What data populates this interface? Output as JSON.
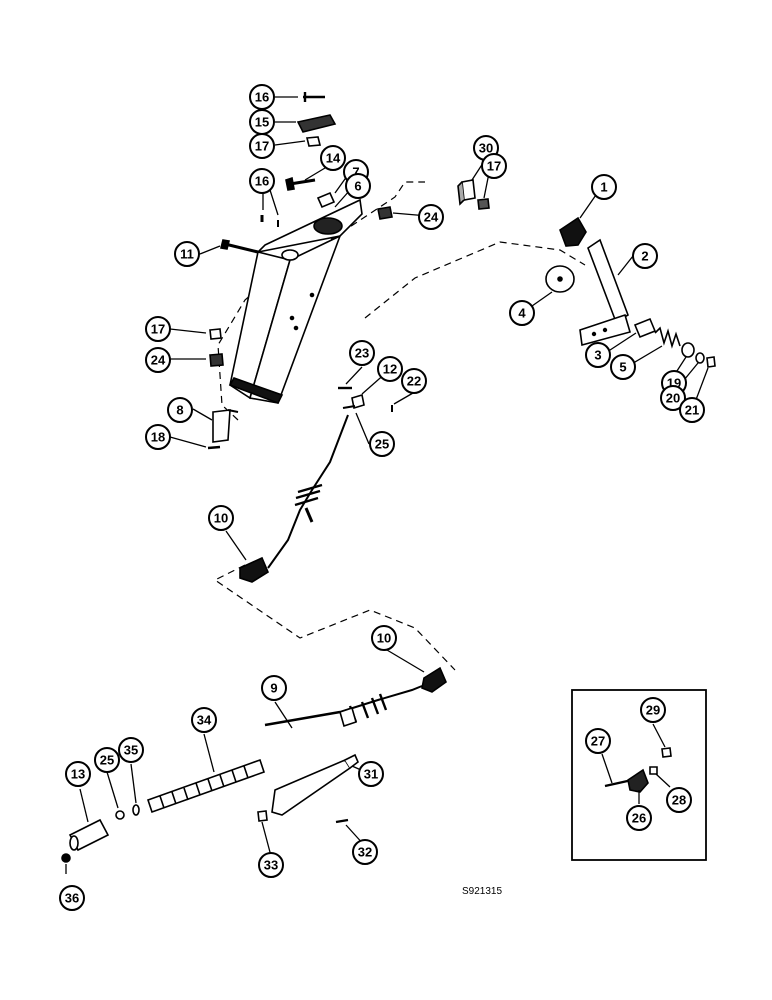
{
  "diagram": {
    "figure_id": "S921315",
    "callouts": [
      {
        "key": "c16a",
        "label": "16"
      },
      {
        "key": "c15",
        "label": "15"
      },
      {
        "key": "c17a",
        "label": "17"
      },
      {
        "key": "c16b",
        "label": "16"
      },
      {
        "key": "c14",
        "label": "14"
      },
      {
        "key": "c7",
        "label": "7"
      },
      {
        "key": "c6",
        "label": "6"
      },
      {
        "key": "c30",
        "label": "30"
      },
      {
        "key": "c17b",
        "label": "17"
      },
      {
        "key": "c1",
        "label": "1"
      },
      {
        "key": "c24a",
        "label": "24"
      },
      {
        "key": "c11",
        "label": "11"
      },
      {
        "key": "c2",
        "label": "2"
      },
      {
        "key": "c4",
        "label": "4"
      },
      {
        "key": "c17c",
        "label": "17"
      },
      {
        "key": "c24b",
        "label": "24"
      },
      {
        "key": "c3",
        "label": "3"
      },
      {
        "key": "c5",
        "label": "5"
      },
      {
        "key": "c19",
        "label": "19"
      },
      {
        "key": "c20",
        "label": "20"
      },
      {
        "key": "c21",
        "label": "21"
      },
      {
        "key": "c23",
        "label": "23"
      },
      {
        "key": "c12",
        "label": "12"
      },
      {
        "key": "c22",
        "label": "22"
      },
      {
        "key": "c8",
        "label": "8"
      },
      {
        "key": "c18",
        "label": "18"
      },
      {
        "key": "c25a",
        "label": "25"
      },
      {
        "key": "c10a",
        "label": "10"
      },
      {
        "key": "c10b",
        "label": "10"
      },
      {
        "key": "c9",
        "label": "9"
      },
      {
        "key": "c34",
        "label": "34"
      },
      {
        "key": "c13",
        "label": "13"
      },
      {
        "key": "c25b",
        "label": "25"
      },
      {
        "key": "c35",
        "label": "35"
      },
      {
        "key": "c31",
        "label": "31"
      },
      {
        "key": "c33",
        "label": "33"
      },
      {
        "key": "c32",
        "label": "32"
      },
      {
        "key": "c36",
        "label": "36"
      },
      {
        "key": "c29",
        "label": "29"
      },
      {
        "key": "c27",
        "label": "27"
      },
      {
        "key": "c28",
        "label": "28"
      },
      {
        "key": "c26",
        "label": "26"
      }
    ]
  }
}
